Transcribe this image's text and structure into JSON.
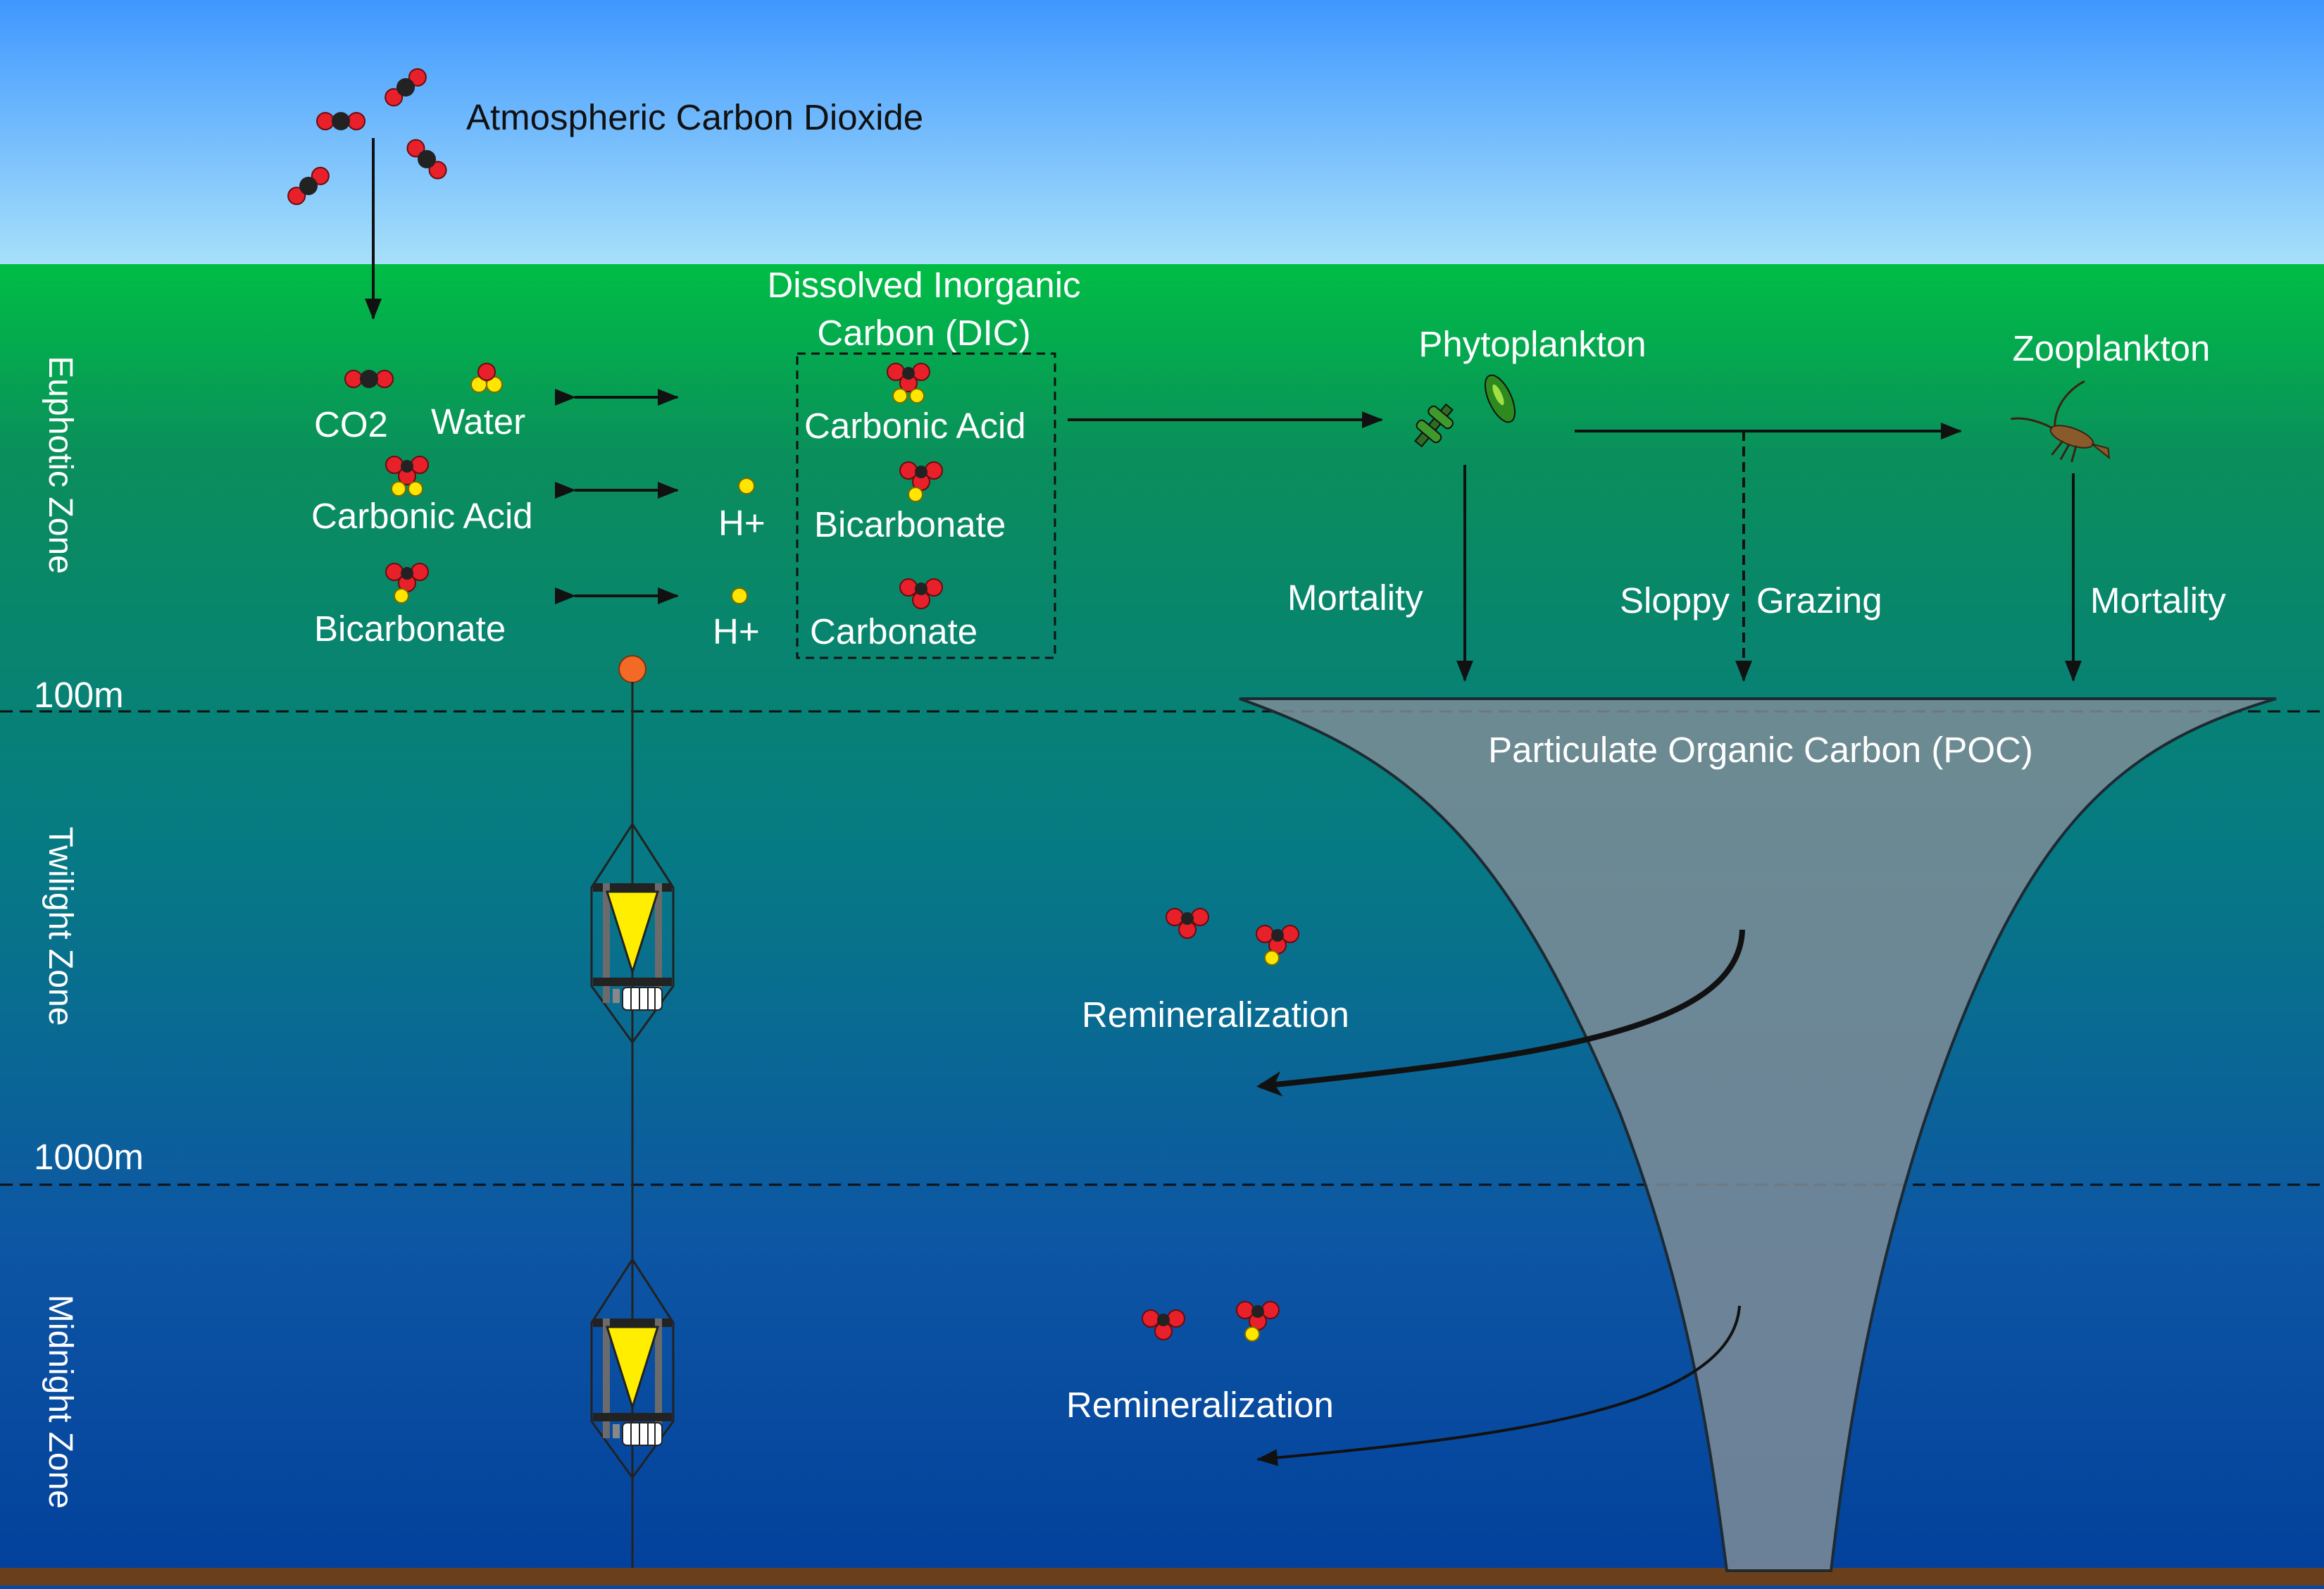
{
  "colors": {
    "sky_top": "#3f97ff",
    "sky_bottom": "#a7e0fa",
    "sea_surface": "#00bd45",
    "sea_mid": "#0a8e78",
    "sea_deep": "#0e56a4",
    "sea_floor_water": "#033f9c",
    "seafloor": "#6a3f1c",
    "funnel": "#7e8c96",
    "oxygen": "#e8202a",
    "carbon": "#222222",
    "hydrogen": "#ffe600",
    "float_body": "#ffee00"
  },
  "atmosphere": {
    "label": "Atmospheric Carbon Dioxide"
  },
  "dic": {
    "title_line1": "Dissolved Inorganic",
    "title_line2": "Carbon (DIC)",
    "items": [
      "Carbonic Acid",
      "Bicarbonate",
      "Carbonate"
    ]
  },
  "reactants": {
    "co2": "CO2",
    "water": "Water",
    "carbonic_acid": "Carbonic Acid",
    "bicarbonate": "Bicarbonate",
    "proton": "H+"
  },
  "biology": {
    "phytoplankton": "Phytoplankton",
    "zooplankton": "Zooplankton",
    "mortality_left": "Mortality",
    "mortality_right": "Mortality",
    "sloppy": "Sloppy",
    "grazing": "Grazing"
  },
  "poc_label": "Particulate Organic Carbon  (POC)",
  "remineralization": [
    "Remineralization",
    "Remineralization"
  ],
  "depths": [
    "100m",
    "1000m"
  ],
  "zones": [
    "Euphotic Zone",
    "Twilight Zone",
    "Midnight Zone"
  ]
}
